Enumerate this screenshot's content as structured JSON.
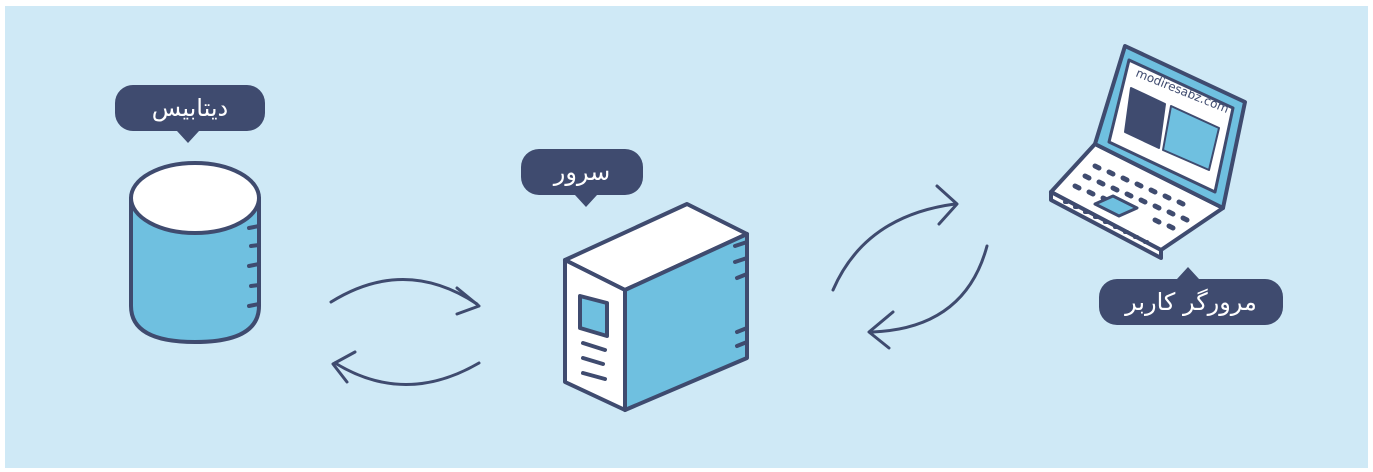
{
  "labels": {
    "database": "دیتابیس",
    "server": "سرور",
    "browser": "مرورگر کاربر",
    "screen_url": "modiresabz.com"
  },
  "colors": {
    "background": "#cfe9f6",
    "accent_blue": "#6fc0e0",
    "dark_navy": "#3f4b6f",
    "white": "#ffffff"
  },
  "icons": [
    "database-icon",
    "server-icon",
    "laptop-icon",
    "sync-arrows-icon"
  ]
}
